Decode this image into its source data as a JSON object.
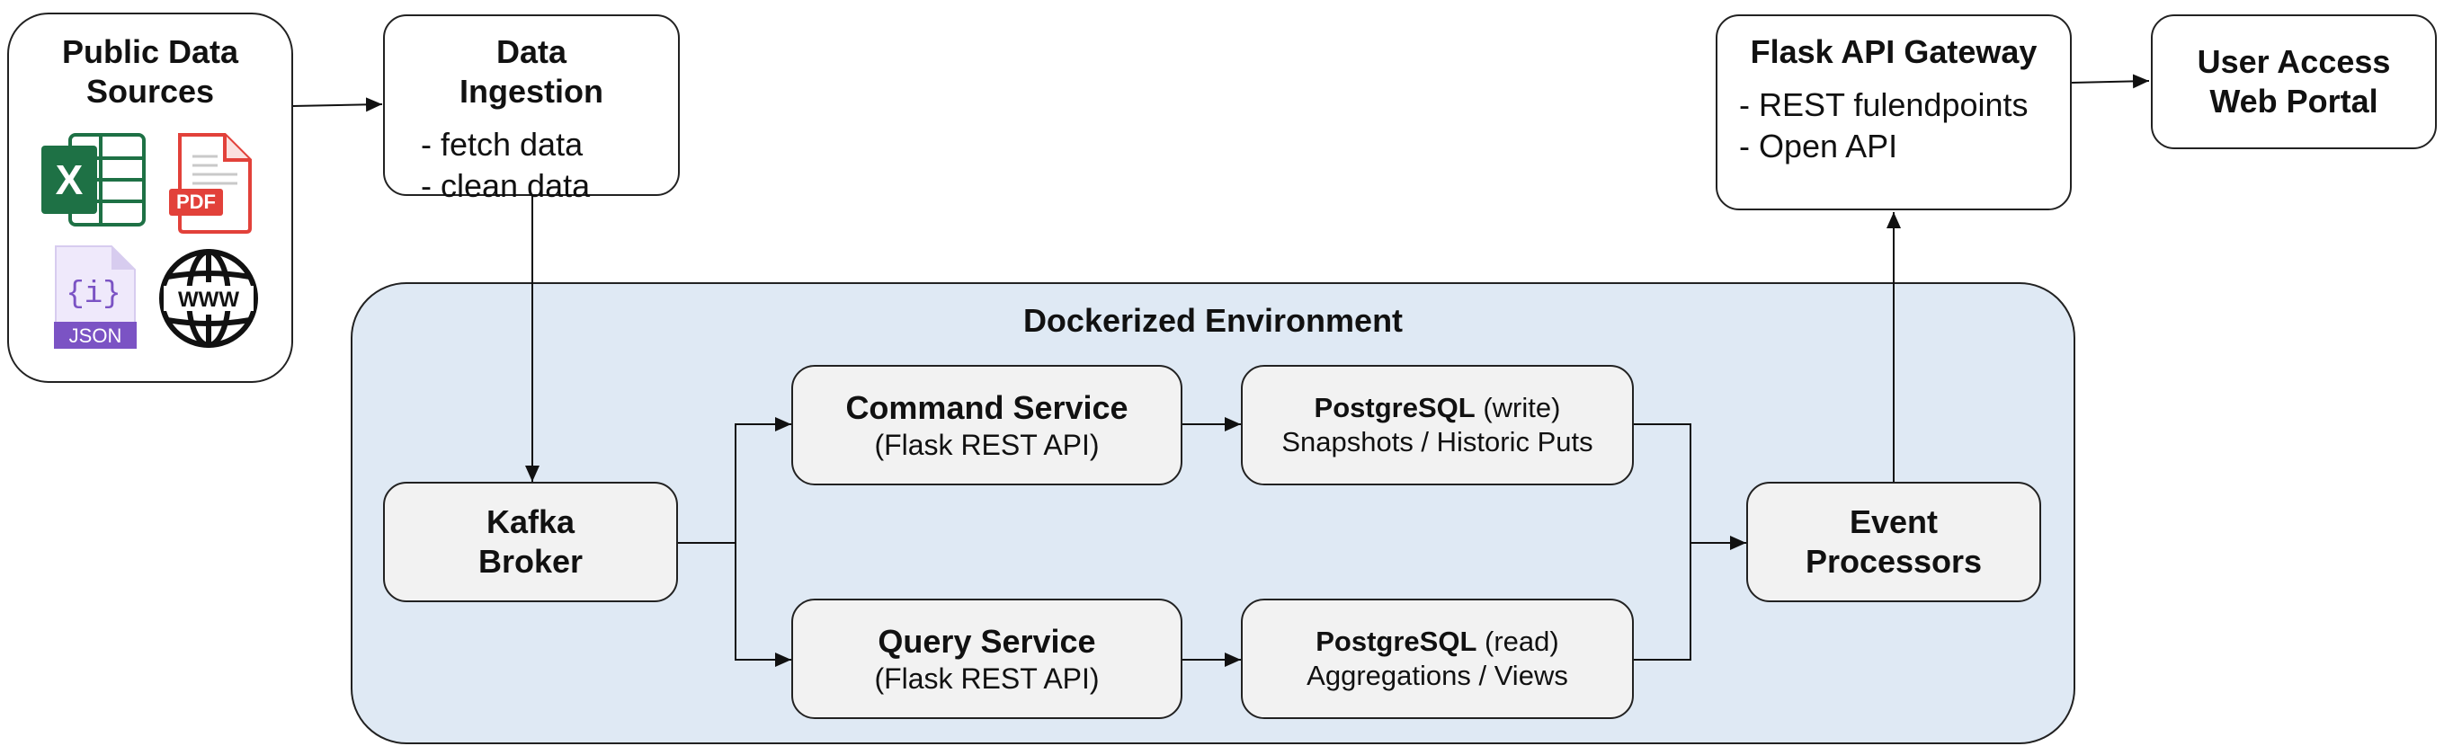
{
  "sources": {
    "title": "Public Data Sources",
    "icons": [
      "excel-icon",
      "pdf-icon",
      "json-icon",
      "www-globe-icon"
    ],
    "pdf_label": "PDF",
    "json_label": "JSON",
    "www_label": "WWW",
    "excel_label": "X"
  },
  "ingestion": {
    "title": "Data Ingestion",
    "items": [
      "- fetch data",
      "- clean data"
    ]
  },
  "gateway": {
    "title": "Flask API Gateway",
    "items": [
      "- REST fulendpoints",
      "- Open API"
    ]
  },
  "portal": {
    "title": "User Access Web Portal"
  },
  "environment": {
    "title": "Dockerized Environment"
  },
  "kafka": {
    "title": "Kafka Broker"
  },
  "command": {
    "title": "Command Service",
    "subtitle": "(Flask REST API)"
  },
  "query": {
    "title": "Query Service",
    "subtitle": "(Flask REST API)"
  },
  "pg_write": {
    "name": "PostgreSQL",
    "mode": "(write)",
    "detail": "Snapshots / Historic Puts"
  },
  "pg_read": {
    "name": "PostgreSQL",
    "mode": "(read)",
    "detail": "Aggregations / Views"
  },
  "events": {
    "title": "Event Processors"
  },
  "colors": {
    "environment_bg": "#dfe9f4",
    "node_bg": "#f2f2f2",
    "excel": "#1e7145",
    "pdf": "#e2413a",
    "json": "#7b53c4"
  }
}
